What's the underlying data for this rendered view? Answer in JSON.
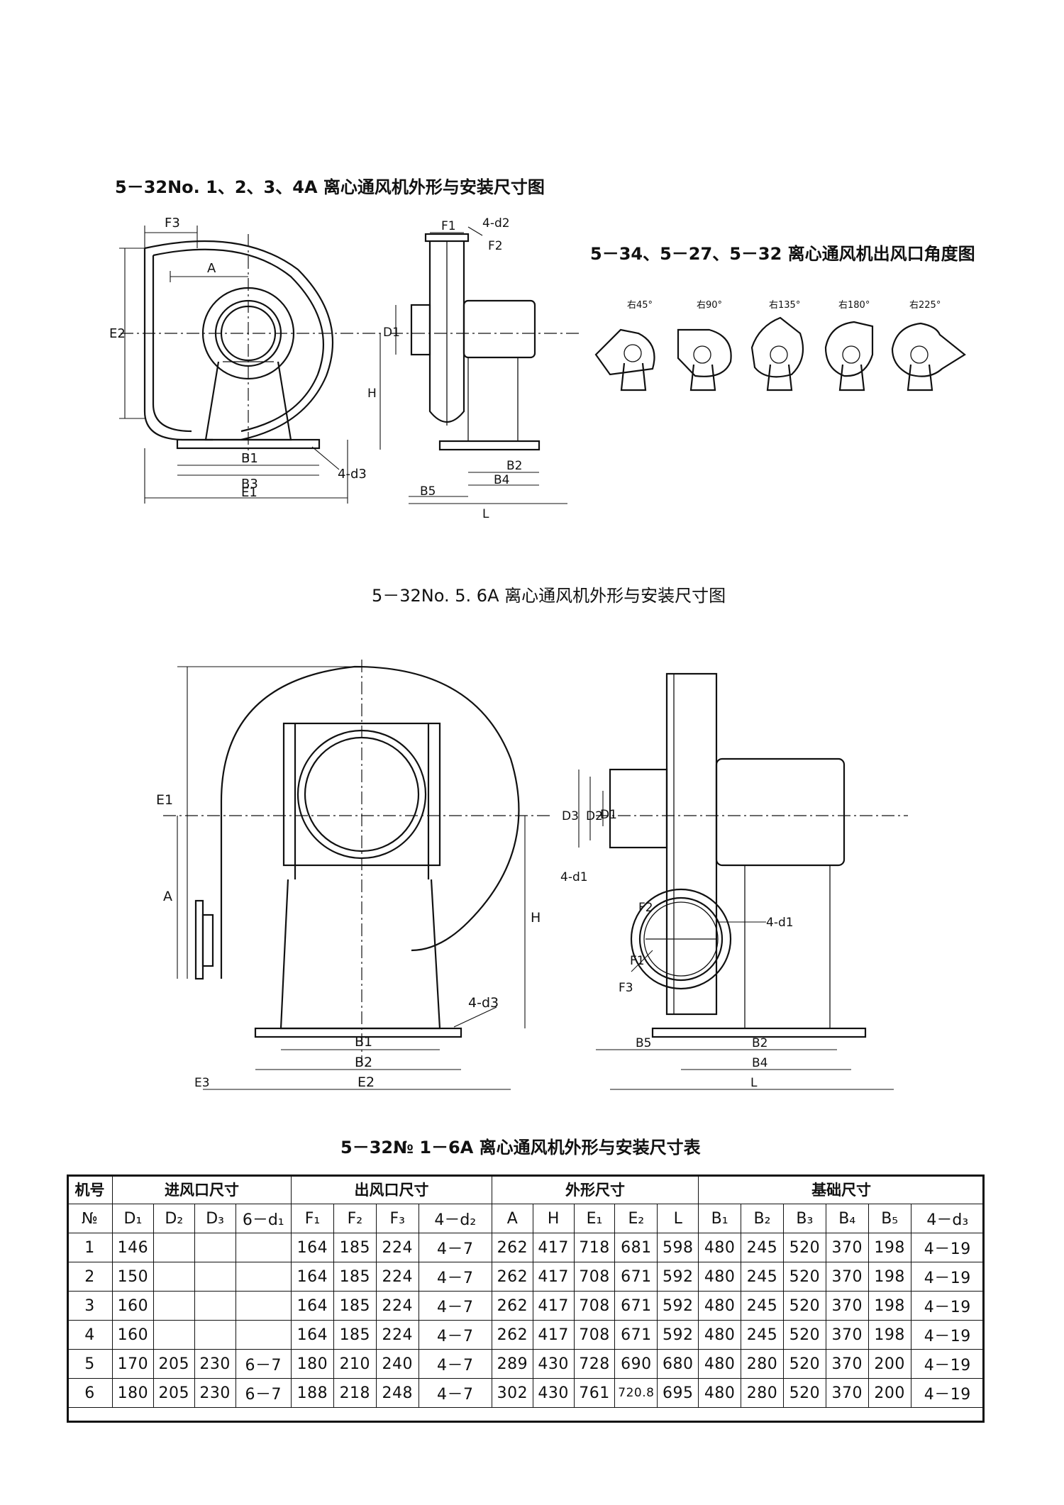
{
  "figure1": {
    "title": "5－32No. 1、2、3、4A 离心通风机外形与安装尺寸图",
    "labels": {
      "F3": "F3",
      "A": "A",
      "E2": "E2",
      "B1": "B1",
      "B3": "B3",
      "E1": "E1",
      "d3": "4-d3",
      "F1": "F1",
      "d2": "4-d2",
      "F2": "F2",
      "D1": "D1",
      "H": "H",
      "B2": "B2",
      "B4": "B4",
      "B5": "B5",
      "L": "L"
    }
  },
  "figure2": {
    "title": "5－34、5－27、5－32 离心通风机出风口角度图",
    "angles": [
      "右45°",
      "右90°",
      "右135°",
      "右180°",
      "右225°"
    ]
  },
  "figure3": {
    "title": "5－32No. 5. 6A 离心通风机外形与安装尺寸图",
    "labels": {
      "E1": "E1",
      "A": "A",
      "H": "H",
      "d3": "4-d3",
      "B1": "B1",
      "B2": "B2",
      "E3": "E3",
      "E2": "E2",
      "D3": "D3",
      "D2": "D2",
      "D1": "D1",
      "d1a": "4-d1",
      "F2": "F2",
      "d1b": "4-d1",
      "F1": "F1",
      "F3": "F3",
      "B5": "B5",
      "B2r": "B2",
      "B4": "B4",
      "L": "L"
    }
  },
  "table": {
    "title": "5－32№ 1－6A 离心通风机外形与安装尺寸表",
    "groups": {
      "machine": "机号",
      "inlet": "进风口尺寸",
      "outlet": "出风口尺寸",
      "outline": "外形尺寸",
      "base": "基础尺寸"
    },
    "headers": [
      "№",
      "D₁",
      "D₂",
      "D₃",
      "6－d₁",
      "F₁",
      "F₂",
      "F₃",
      "4－d₂",
      "A",
      "H",
      "E₁",
      "E₂",
      "L",
      "B₁",
      "B₂",
      "B₃",
      "B₄",
      "B₅",
      "4－d₃"
    ],
    "rows": [
      [
        "1",
        "146",
        "",
        "",
        "",
        "164",
        "185",
        "224",
        "4－7",
        "262",
        "417",
        "718",
        "681",
        "598",
        "480",
        "245",
        "520",
        "370",
        "198",
        "4－19"
      ],
      [
        "2",
        "150",
        "",
        "",
        "",
        "164",
        "185",
        "224",
        "4－7",
        "262",
        "417",
        "708",
        "671",
        "592",
        "480",
        "245",
        "520",
        "370",
        "198",
        "4－19"
      ],
      [
        "3",
        "160",
        "",
        "",
        "",
        "164",
        "185",
        "224",
        "4－7",
        "262",
        "417",
        "708",
        "671",
        "592",
        "480",
        "245",
        "520",
        "370",
        "198",
        "4－19"
      ],
      [
        "4",
        "160",
        "",
        "",
        "",
        "164",
        "185",
        "224",
        "4－7",
        "262",
        "417",
        "708",
        "671",
        "592",
        "480",
        "245",
        "520",
        "370",
        "198",
        "4－19"
      ],
      [
        "5",
        "170",
        "205",
        "230",
        "6－7",
        "180",
        "210",
        "240",
        "4－7",
        "289",
        "430",
        "728",
        "690",
        "680",
        "480",
        "280",
        "520",
        "370",
        "200",
        "4－19"
      ],
      [
        "6",
        "180",
        "205",
        "230",
        "6－7",
        "188",
        "218",
        "248",
        "4－7",
        "302",
        "430",
        "761",
        "720.8",
        "695",
        "480",
        "280",
        "520",
        "370",
        "200",
        "4－19"
      ]
    ]
  }
}
